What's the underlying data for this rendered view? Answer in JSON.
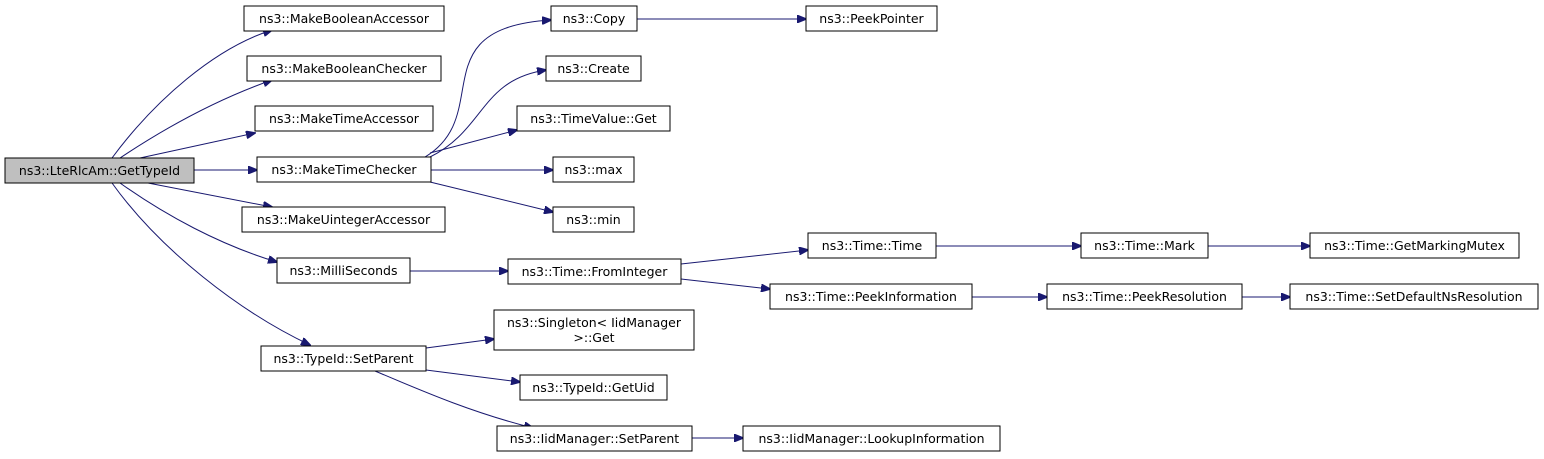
{
  "nodes": {
    "root": "ns3::LteRlcAm::GetTypeId",
    "make_boolean_accessor": "ns3::MakeBooleanAccessor",
    "make_boolean_checker": "ns3::MakeBooleanChecker",
    "make_time_accessor": "ns3::MakeTimeAccessor",
    "make_time_checker": "ns3::MakeTimeChecker",
    "make_uinteger_accessor": "ns3::MakeUintegerAccessor",
    "milliseconds": "ns3::MilliSeconds",
    "typeid_setparent": "ns3::TypeId::SetParent",
    "copy": "ns3::Copy",
    "peek_pointer": "ns3::PeekPointer",
    "create": "ns3::Create",
    "timevalue_get": "ns3::TimeValue::Get",
    "max": "ns3::max",
    "min": "ns3::min",
    "time_time": "ns3::Time::Time",
    "time_mark": "ns3::Time::Mark",
    "time_get_marking_mutex": "ns3::Time::GetMarkingMutex",
    "time_from_integer": "ns3::Time::FromInteger",
    "time_peek_information": "ns3::Time::PeekInformation",
    "time_peek_resolution": "ns3::Time::PeekResolution",
    "time_set_default_ns_resolution": "ns3::Time::SetDefaultNsResolution",
    "singleton_get_line1": "ns3::Singleton< IidManager",
    "singleton_get_line2": ">::Get",
    "typeid_getuid": "ns3::TypeId::GetUid",
    "iidmanager_setparent": "ns3::IidManager::SetParent",
    "iidmanager_lookup": "ns3::IidManager::LookupInformation"
  },
  "colors": {
    "edge": "#191970",
    "root_fill": "#bfbfbf",
    "node_fill": "#ffffff",
    "node_border": "#000000"
  }
}
